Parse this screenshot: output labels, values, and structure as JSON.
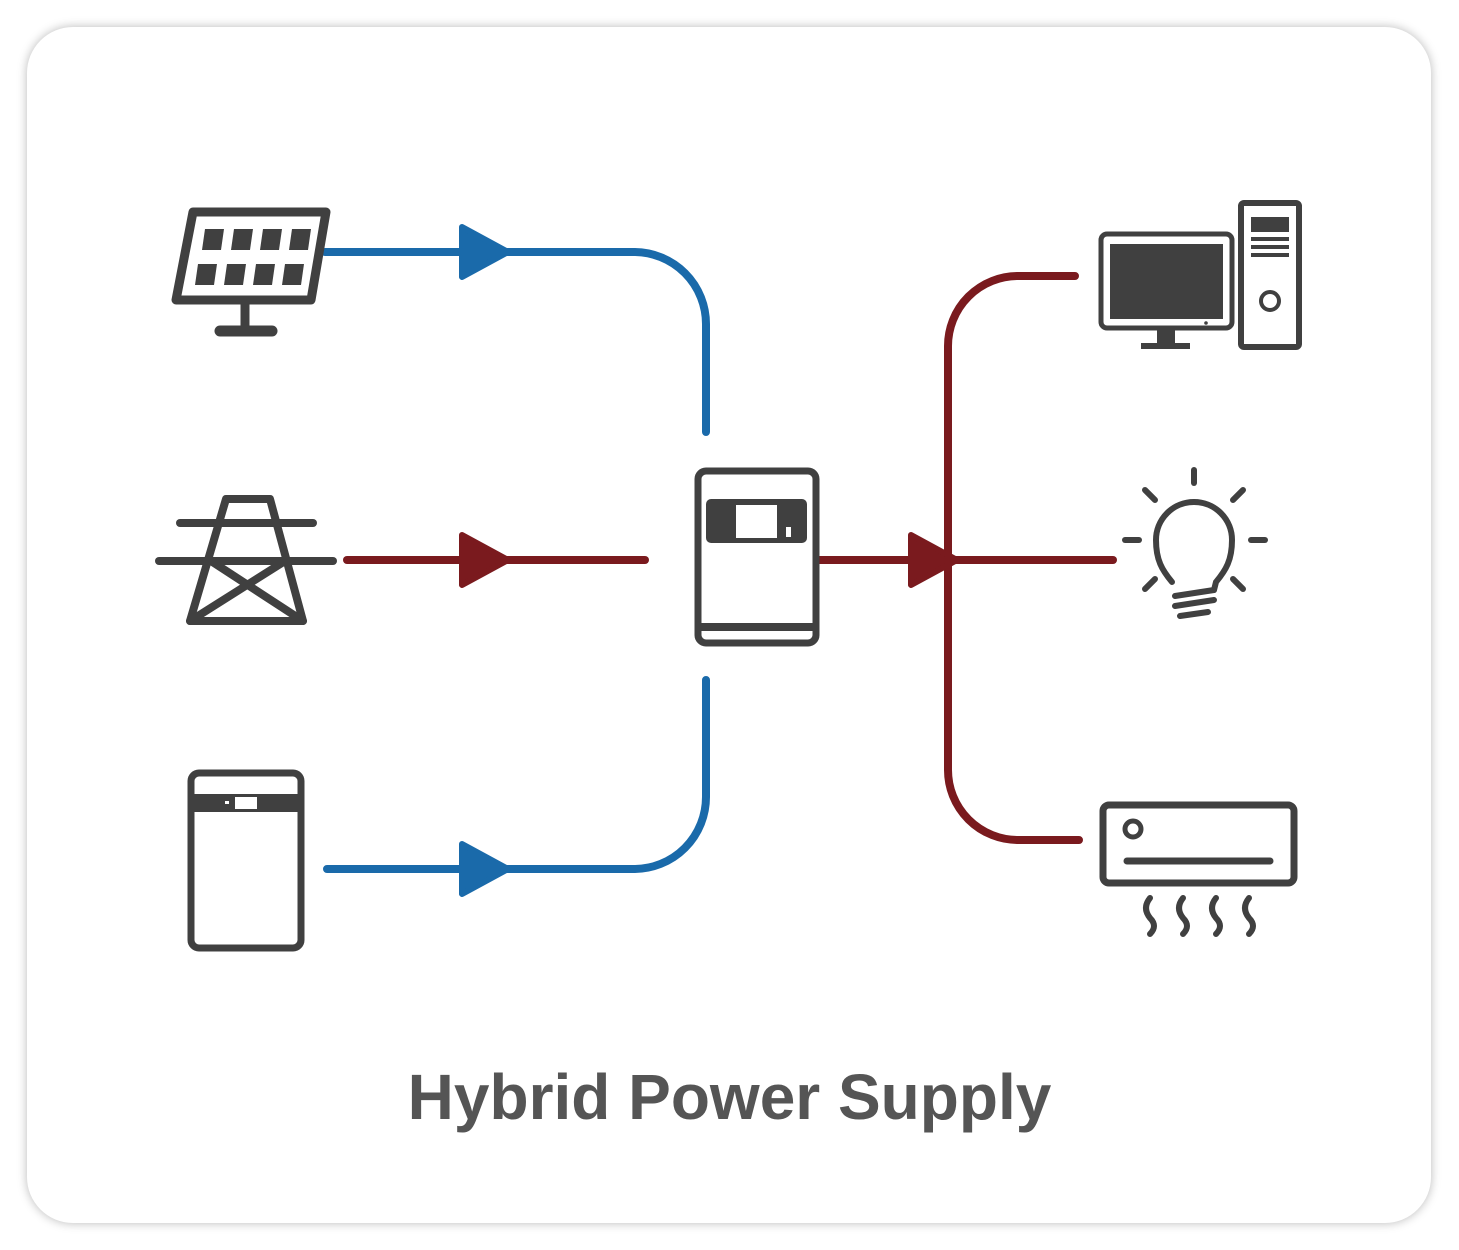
{
  "caption": "Hybrid Power Supply",
  "colors": {
    "input_flow": "#1a6aaa",
    "output_flow": "#7a1a1e",
    "icon": "#404040"
  },
  "sources": [
    {
      "name": "solar-panel-icon",
      "flow": "input_flow"
    },
    {
      "name": "power-pylon-icon",
      "flow": "output_flow"
    },
    {
      "name": "battery-storage-icon",
      "flow": "input_flow"
    }
  ],
  "hub": {
    "name": "hybrid-inverter-icon"
  },
  "loads": [
    {
      "name": "desktop-computer-icon"
    },
    {
      "name": "light-bulb-icon"
    },
    {
      "name": "air-conditioner-icon"
    }
  ]
}
